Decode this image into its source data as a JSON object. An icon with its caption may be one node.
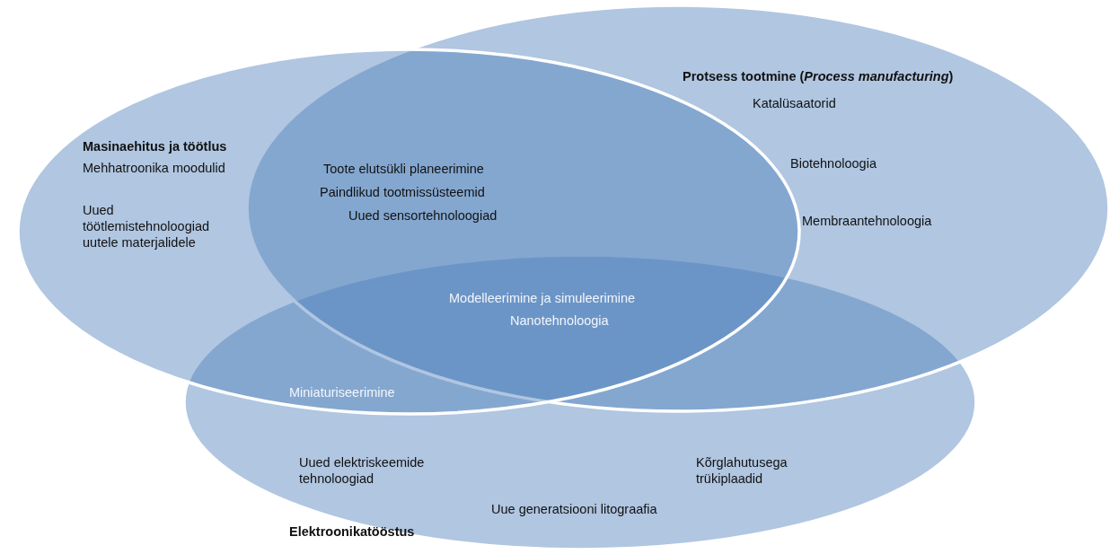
{
  "diagram": {
    "nodes": [
      {
        "text": [
          "Masinaehitus ja töötlus",
          "Mehhatroonika moodulid",
          "Uued töötlemistehnoloogiad uutele materjalidele"
        ]
      },
      {
        "text": [
          "Protsess tootmine (*Process manufacturing*)",
          "Katalüsaatorid",
          "Biotehnoloogia",
          "Membraantehnoloogia"
        ]
      },
      {
        "text": [
          "Uued elektriskeemide tehnoloogiad",
          "Kõrglahutusega trükiplaadid",
          "Uue generatsiooni litograafia",
          "Elektroonikatööstus"
        ]
      }
    ],
    "edges": [],
    "labels": [
      "Toote elutsükli planeerimine",
      "Paindlikud tootmissüsteemid",
      "Uued sensortehnoloogiad",
      "Modelleerimine ja simuleerimine",
      "Nanotehnoloogia",
      "Miniaturiseerimine"
    ]
  }
}
